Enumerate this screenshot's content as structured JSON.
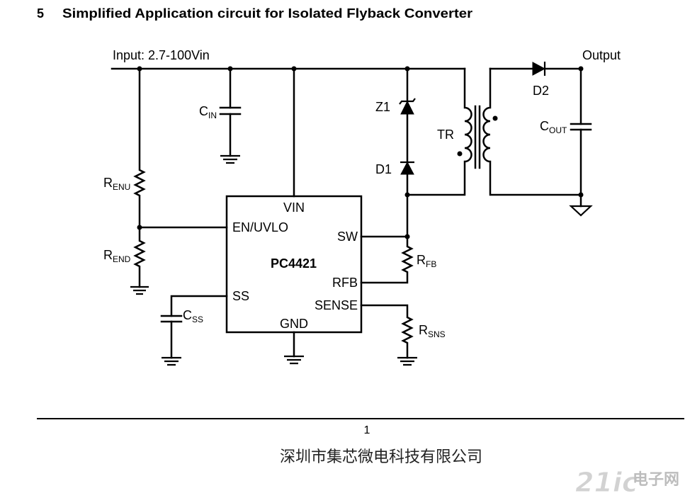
{
  "colors": {
    "ink": "#000000",
    "watermark": "#d2d2d2",
    "watermark_text": "#bdbdbd"
  },
  "section": {
    "number": "5",
    "title": "Simplified Application circuit for Isolated Flyback Converter"
  },
  "schematic": {
    "input_label": "Input: 2.7-100Vin",
    "output_label": "Output",
    "ic": {
      "name": "PC4421",
      "pins": {
        "vin": "VIN",
        "en_uvlo": "EN/UVLO",
        "sw": "SW",
        "rfb": "RFB",
        "ss": "SS",
        "sense": "SENSE",
        "gnd": "GND"
      }
    },
    "components": {
      "cin": {
        "symbol": "C",
        "sub": "IN"
      },
      "renu": {
        "symbol": "R",
        "sub": "ENU"
      },
      "rend": {
        "symbol": "R",
        "sub": "END"
      },
      "css": {
        "symbol": "C",
        "sub": "SS"
      },
      "z1": "Z1",
      "d1": "D1",
      "tr": "TR",
      "d2": "D2",
      "cout": {
        "symbol": "C",
        "sub": "OUT"
      },
      "rfb": {
        "symbol": "R",
        "sub": "FB"
      },
      "rsns": {
        "symbol": "R",
        "sub": "SNS"
      }
    }
  },
  "footer": {
    "page_number": "1",
    "company": "深圳市集芯微电科技有限公司"
  },
  "watermark": {
    "mark": "21ic",
    "text": "电子网"
  }
}
